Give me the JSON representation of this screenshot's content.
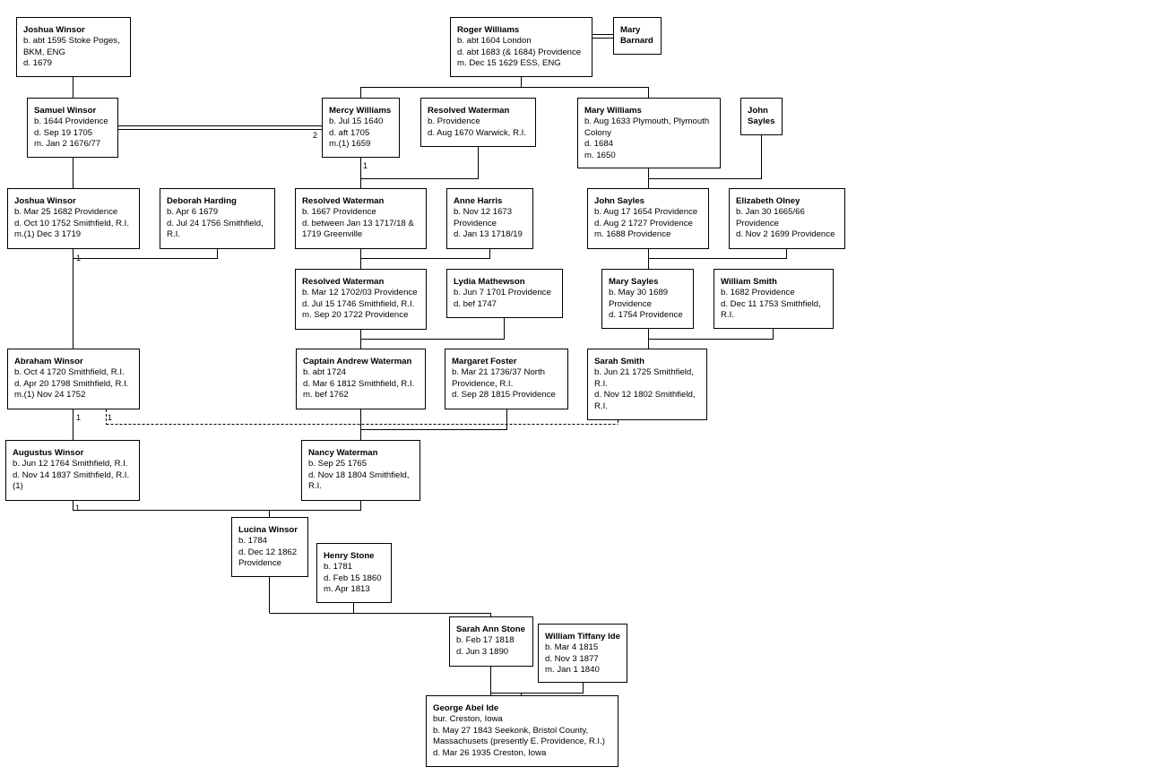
{
  "people": {
    "joshua_1595": {
      "name": "Joshua Winsor",
      "lines": [
        "b. abt 1595 Stoke Poges,",
        "BKM, ENG",
        "d. 1679"
      ]
    },
    "roger": {
      "name": "Roger Williams",
      "lines": [
        "b. abt 1604 London",
        "d. abt 1683 (& 1684) Providence",
        "m. Dec 15 1629 ESS, ENG"
      ]
    },
    "mary_barnard": {
      "name": "Mary",
      "name2": "Barnard",
      "lines": []
    },
    "samuel": {
      "name": "Samuel Winsor",
      "lines": [
        "b. 1644 Providence",
        "d. Sep 19 1705",
        "m. Jan 2 1676/77"
      ]
    },
    "mercy": {
      "name": "Mercy Williams",
      "lines": [
        "b. Jul 15 1640",
        "d. aft 1705",
        "m.(1) 1659"
      ]
    },
    "resolved_prov": {
      "name": "Resolved Waterman",
      "lines": [
        "b. Providence",
        "d. Aug 1670 Warwick, R.I."
      ]
    },
    "mary_williams": {
      "name": "Mary Williams",
      "lines": [
        "b. Aug 1633 Plymouth, Plymouth",
        "Colony",
        "d. 1684",
        "m. 1650"
      ]
    },
    "john_sayles_sr": {
      "name": "John",
      "name2": "Sayles",
      "lines": []
    },
    "joshua_1682": {
      "name": "Joshua Winsor",
      "lines": [
        "b. Mar 25 1682 Providence",
        "d. Oct 10 1752 Smithfield, R.I.",
        "m.(1) Dec 3 1719"
      ]
    },
    "deborah": {
      "name": "Deborah Harding",
      "lines": [
        "b. Apr 6 1679",
        "d. Jul 24 1756 Smithfield,",
        "R.I."
      ]
    },
    "resolved_1667": {
      "name": "Resolved Waterman",
      "lines": [
        "b. 1667 Providence",
        "d. between Jan 13 1717/18 &",
        "1719 Greenville"
      ]
    },
    "anne": {
      "name": "Anne Harris",
      "lines": [
        "b. Nov 12 1673",
        "Providence",
        "d. Jan 13 1718/19"
      ]
    },
    "john_sayles": {
      "name": "John Sayles",
      "lines": [
        "b. Aug 17 1654 Providence",
        "d. Aug 2 1727 Providence",
        "m. 1688 Providence"
      ]
    },
    "elizabeth": {
      "name": "Elizabeth Olney",
      "lines": [
        "b. Jan 30 1665/66",
        "Providence",
        "d. Nov 2 1699 Providence"
      ]
    },
    "resolved_1702": {
      "name": "Resolved Waterman",
      "lines": [
        "b. Mar 12 1702/03 Providence",
        "d. Jul 15 1746 Smithfield, R.I.",
        "m. Sep 20 1722 Providence"
      ]
    },
    "lydia": {
      "name": "Lydia Mathewson",
      "lines": [
        "b. Jun 7 1701 Providence",
        "d. bef 1747"
      ]
    },
    "mary_sayles": {
      "name": "Mary Sayles",
      "lines": [
        "b. May 30 1689",
        "Providence",
        "d. 1754 Providence"
      ]
    },
    "william_smith": {
      "name": "William Smith",
      "lines": [
        "b. 1682 Providence",
        "d. Dec 11 1753 Smithfield,",
        "R.I."
      ]
    },
    "abraham": {
      "name": "Abraham Winsor",
      "lines": [
        "b. Oct 4 1720 Smithfield, R.I.",
        "d. Apr 20 1798 Smithfield, R.I.",
        "m.(1) Nov 24 1752"
      ]
    },
    "andrew": {
      "name": "Captain Andrew Waterman",
      "lines": [
        "b. abt 1724",
        "d. Mar 6 1812 Smithfield, R.I.",
        "m. bef 1762"
      ]
    },
    "margaret": {
      "name": "Margaret Foster",
      "lines": [
        "b. Mar 21 1736/37 North",
        "Providence, R.I.",
        "d. Sep 28 1815 Providence"
      ]
    },
    "sarah_smith": {
      "name": "Sarah Smith",
      "lines": [
        "b. Jun 21 1725 Smithfield,",
        "R.I.",
        "d. Nov 12 1802 Smithfield,",
        "R.I."
      ]
    },
    "augustus": {
      "name": "Augustus Winsor",
      "lines": [
        "b. Jun 12 1764 Smithfield, R.I.",
        "d. Nov 14 1837 Smithfield, R.I.",
        "(1)"
      ]
    },
    "nancy": {
      "name": "Nancy Waterman",
      "lines": [
        "b. Sep 25 1765",
        "d. Nov 18 1804 Smithfield,",
        "R.I."
      ]
    },
    "lucina": {
      "name": "Lucina Winsor",
      "lines": [
        "b. 1784",
        "d. Dec 12 1862",
        "Providence"
      ]
    },
    "henry": {
      "name": "Henry Stone",
      "lines": [
        "b. 1781",
        "d. Feb 15 1860",
        "m. Apr 1813"
      ]
    },
    "sarah_ann": {
      "name": "Sarah Ann Stone",
      "lines": [
        "b. Feb 17 1818",
        "d. Jun 3 1890"
      ]
    },
    "william_ide": {
      "name": "William Tiffany Ide",
      "lines": [
        "b. Mar 4 1815",
        "d. Nov 3 1877",
        "m. Jan 1 1840"
      ]
    },
    "george": {
      "name": "George Abel Ide",
      "lines": [
        "bur. Creston, Iowa",
        "b. May 27 1843 Seekonk, Bristol County,",
        "Massachusets (presently E. Providence, R.I.)",
        "d. Mar 26 1935 Creston, Iowa"
      ]
    }
  },
  "tags": {
    "mercy_marriage_2": "2",
    "mercy_marriage_1": "1",
    "joshua_marriage_1": "1",
    "abraham_marriage_1a": "1",
    "abraham_marriage_1b": "1",
    "augustus_marriage_1": "1"
  }
}
